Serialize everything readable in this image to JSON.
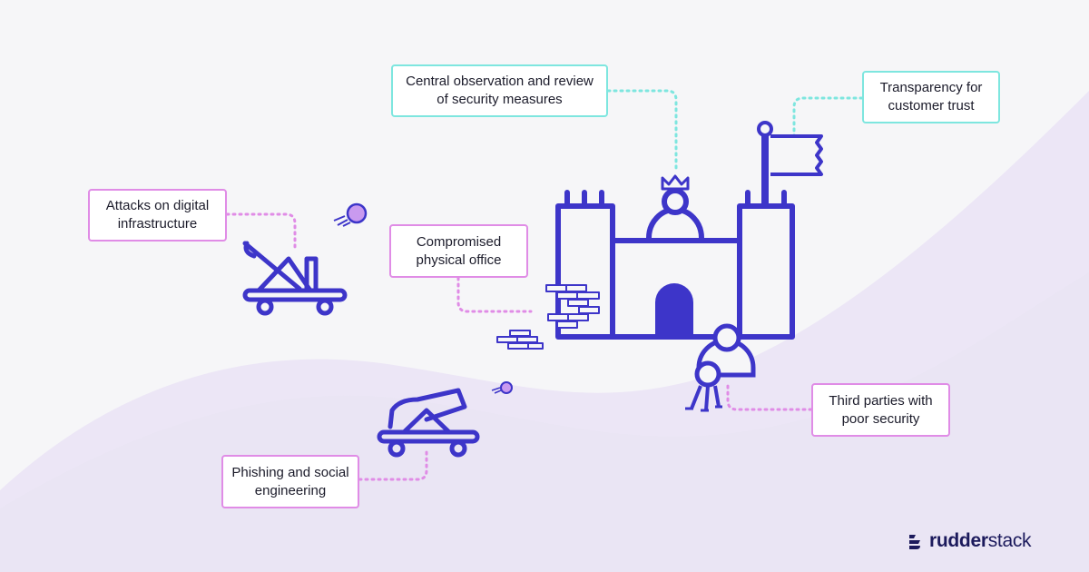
{
  "labels": {
    "central": "Central observation and review of security measures",
    "transparency": "Transparency for customer trust",
    "attacks": "Attacks on digital infrastructure",
    "office": "Compromised physical office",
    "third_parties": "Third parties with poor security",
    "phishing": "Phishing and social engineering"
  },
  "logo": {
    "bold": "rudder",
    "light": "stack"
  },
  "colors": {
    "primary": "#3d35c9",
    "teal": "#7ee6df",
    "pink": "#e08ce6",
    "ball": "#c99aef"
  }
}
